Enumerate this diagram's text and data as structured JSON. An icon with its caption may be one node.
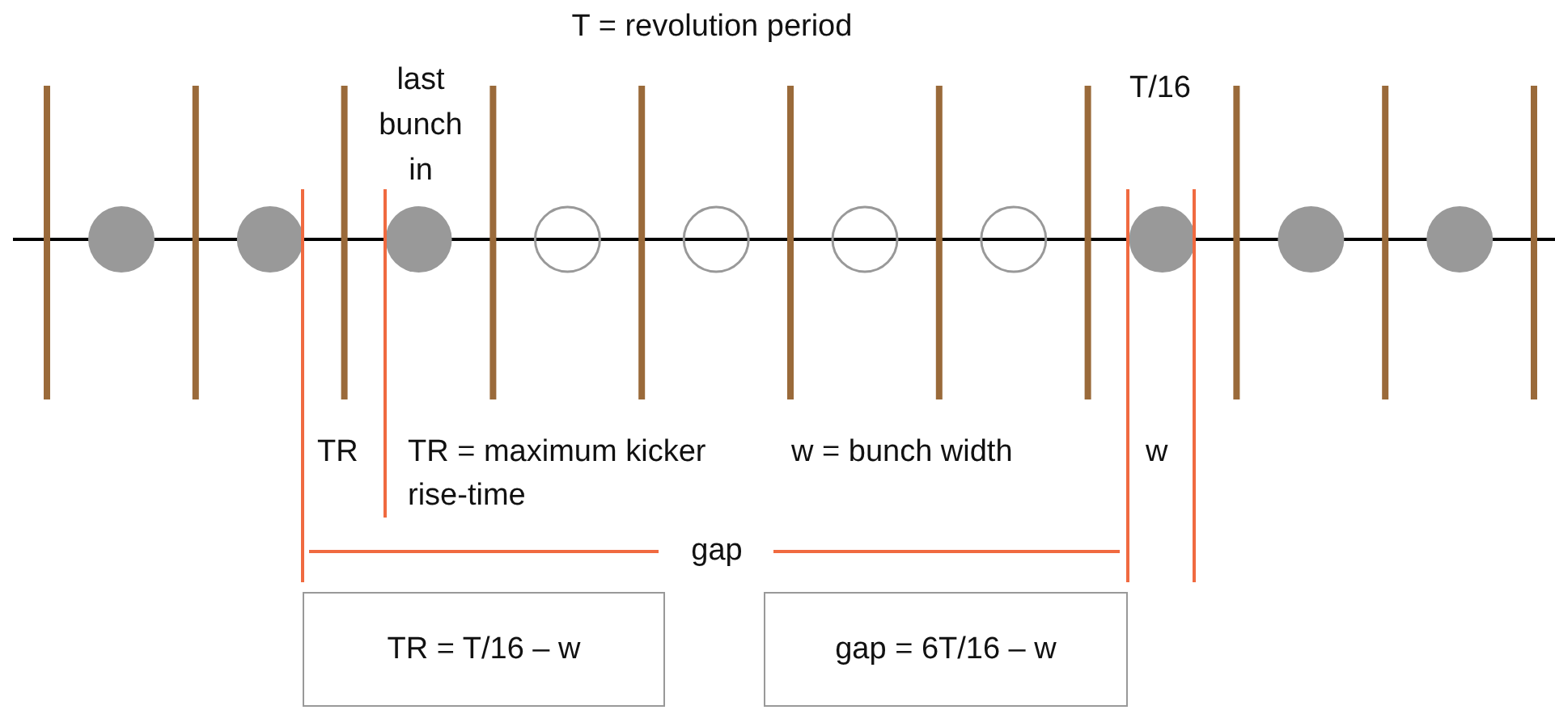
{
  "diagram": {
    "title": "T = revolution period",
    "nodes": [
      {
        "text": [
          "TR = T/16 – w"
        ]
      },
      {
        "text": [
          "gap = 6T/16 – w"
        ]
      }
    ],
    "labels": [
      "last bunch in",
      "T/16",
      "TR",
      "TR = maximum kicker rise-time",
      "w = bunch width",
      "w",
      "gap"
    ]
  }
}
